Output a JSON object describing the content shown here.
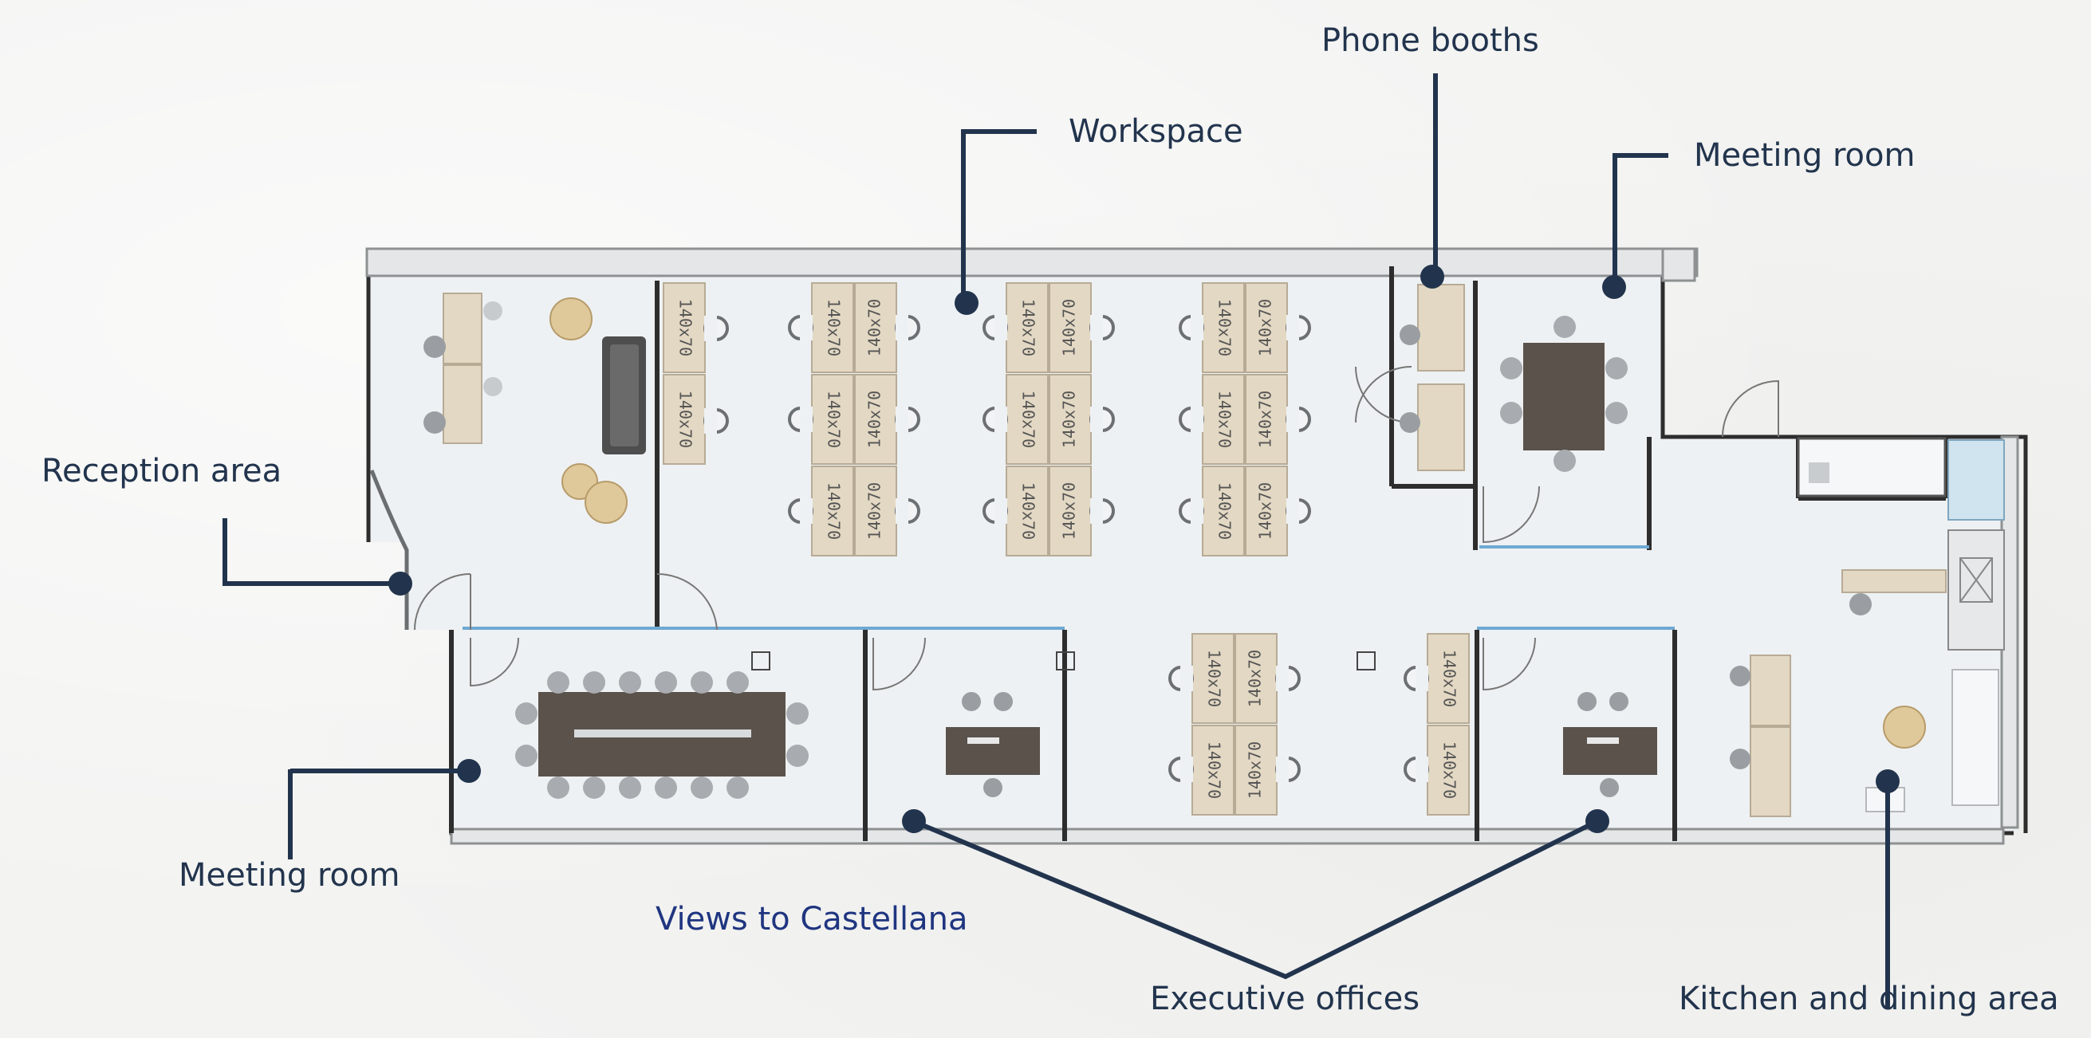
{
  "labels": {
    "phone_booths": "Phone booths",
    "workspace": "Workspace",
    "meeting_room_top": "Meeting room",
    "reception_area": "Reception area",
    "meeting_room_bottom": "Meeting room",
    "views": "Views to Castellana",
    "executive_offices": "Executive offices",
    "kitchen_dining": "Kitchen and dining area"
  },
  "desk_label": "140x70",
  "colors": {
    "wall": "#2d2d2d",
    "floor": "#eef1f3",
    "desk_wood": "#e3d8c3",
    "dark_table": "#5a524b",
    "chair": "#9a9ea2",
    "callout": "#22344d",
    "glass": "#6fa9d3"
  }
}
